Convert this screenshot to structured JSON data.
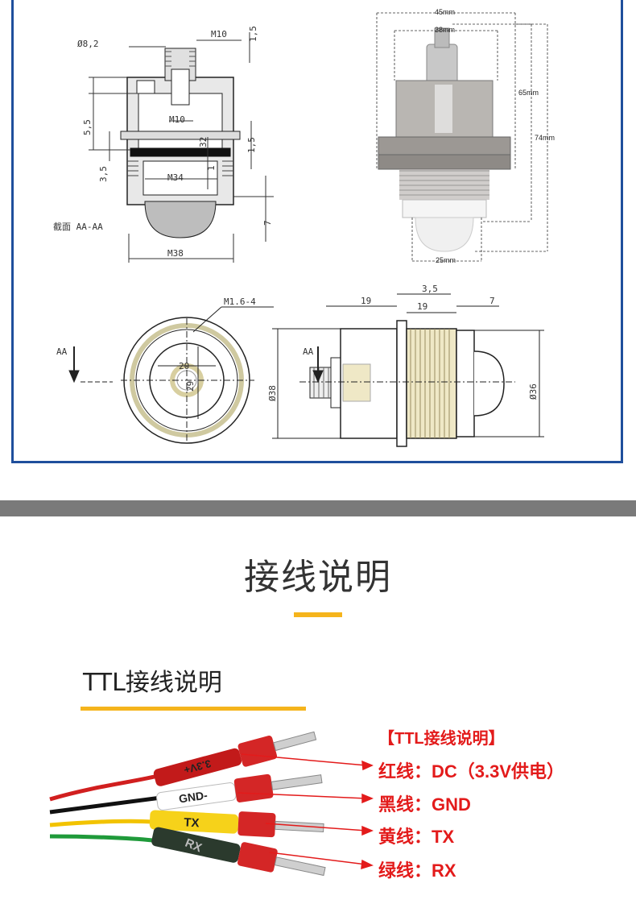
{
  "drawing": {
    "section_left": {
      "dia_8_2": "Ø8,2",
      "m10_top": "M10",
      "dim_1_5_top": "1,5",
      "dim_5_5": "5,5",
      "m10_inner": "M10",
      "dim_32": "32",
      "dim_1_5_side": "1,5",
      "dim_3_5": "3,5",
      "m34": "M34",
      "dim_1": "1",
      "dim_7": "7",
      "m38": "M38",
      "section_label": "截面 AA-AA"
    },
    "photo_dims": {
      "d45": "45mm",
      "d38": "38mm",
      "d65": "65mm",
      "d74": "74mm",
      "d25": "25mm"
    },
    "front_view": {
      "m1_6": "M1.6-4",
      "aa_left": "AA",
      "dim_20": "20",
      "dim_29": "29"
    },
    "side_view": {
      "aa_right": "AA",
      "dim_19_a": "19",
      "dim_3_5": "3,5",
      "dim_19_b": "19",
      "dim_7": "7",
      "dia_38": "Ø38",
      "dia_36": "Ø36"
    }
  },
  "section": {
    "title": "接线说明",
    "subtitle": "TTL接线说明"
  },
  "wires": {
    "sleeve_labels": {
      "red": "3.3V+",
      "white": "GND-",
      "yellow": "TX",
      "green": "RX"
    },
    "legend_title": "【TTL接线说明】",
    "legend": {
      "red": "红线：DC（3.3V供电）",
      "black": "黑线：GND",
      "yellow": "黄线：TX",
      "green": "绿线：RX"
    },
    "colors": {
      "red": "#d11f1f",
      "black": "#111111",
      "yellow": "#f2c300",
      "green": "#1f9a3a",
      "accent": "#f5b41c",
      "legend": "#e31b1b",
      "frame": "#1f4f9c"
    }
  }
}
